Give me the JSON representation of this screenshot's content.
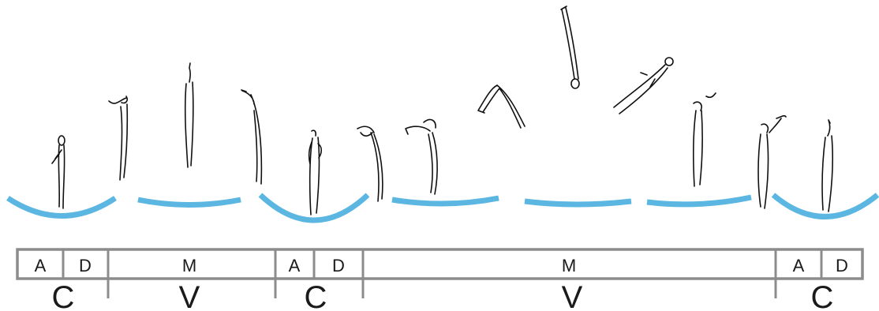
{
  "phase_bar": {
    "segments": [
      "A",
      "D",
      "M",
      "A",
      "D",
      "M",
      "A",
      "D"
    ],
    "groups": [
      "C",
      "V",
      "C",
      "V",
      "C"
    ]
  },
  "colors": {
    "trampoline_bed": "#5bb7e2",
    "bar_stroke": "#8c8c8c",
    "figure_stroke": "#111111"
  }
}
